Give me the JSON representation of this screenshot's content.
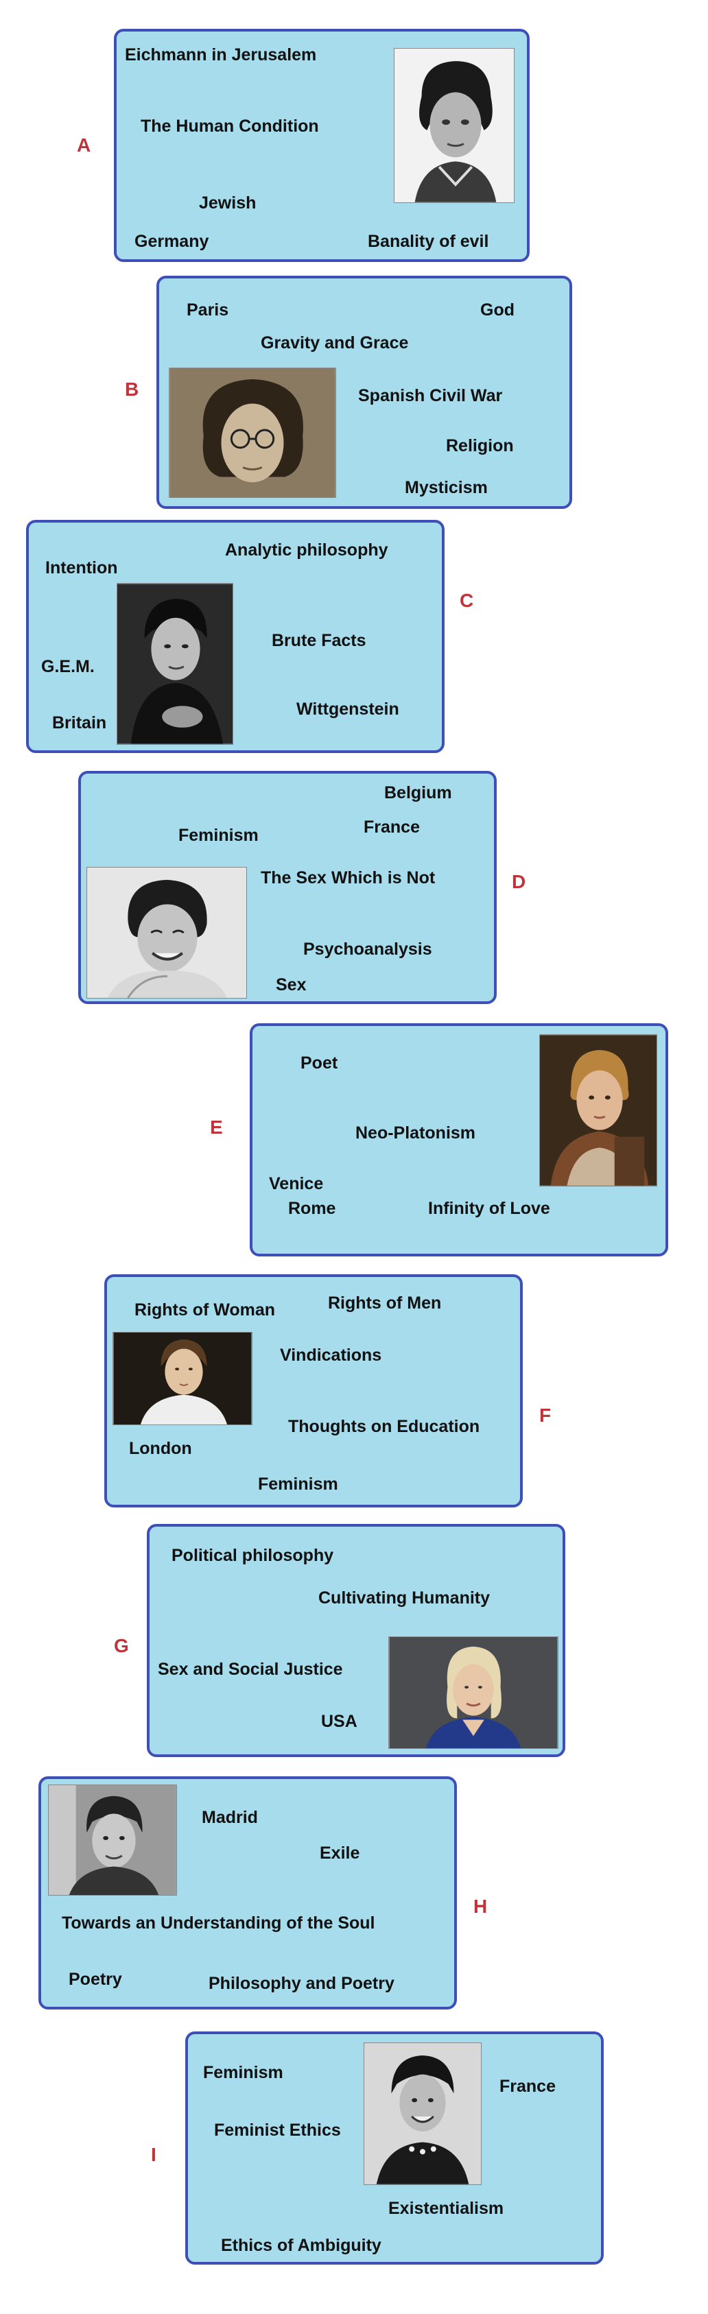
{
  "cards": [
    {
      "letter": "A",
      "keywords": [
        "Eichmann in Jerusalem",
        "The Human Condition",
        "Jewish",
        "Germany",
        "Banality of evil"
      ]
    },
    {
      "letter": "B",
      "keywords": [
        "Paris",
        "God",
        "Gravity and Grace",
        "Spanish Civil War",
        "Religion",
        "Mysticism"
      ]
    },
    {
      "letter": "C",
      "keywords": [
        "Analytic philosophy",
        "Intention",
        "Brute Facts",
        "G.E.M.",
        "Wittgenstein",
        "Britain"
      ]
    },
    {
      "letter": "D",
      "keywords": [
        "Belgium",
        "France",
        "Feminism",
        "The Sex Which is Not",
        "Psychoanalysis",
        "Sex"
      ]
    },
    {
      "letter": "E",
      "keywords": [
        "Poet",
        "Neo-Platonism",
        "Venice",
        "Rome",
        "Infinity of Love"
      ]
    },
    {
      "letter": "F",
      "keywords": [
        "Rights of Woman",
        "Rights of Men",
        "Vindications",
        "Thoughts on Education",
        "London",
        "Feminism"
      ]
    },
    {
      "letter": "G",
      "keywords": [
        "Political philosophy",
        "Cultivating Humanity",
        "Sex and Social Justice",
        "USA"
      ]
    },
    {
      "letter": "H",
      "keywords": [
        "Madrid",
        "Exile",
        "Towards an Understanding of the Soul",
        "Poetry",
        "Philosophy and Poetry"
      ]
    },
    {
      "letter": "I",
      "keywords": [
        "Feminism",
        "France",
        "Feminist Ethics",
        "Existentialism",
        "Ethics of Ambiguity"
      ]
    }
  ],
  "colors": {
    "card_fill": "#a6dcec",
    "card_border": "#3f4fb8",
    "letter": "#c0333a",
    "text": "#111111"
  }
}
